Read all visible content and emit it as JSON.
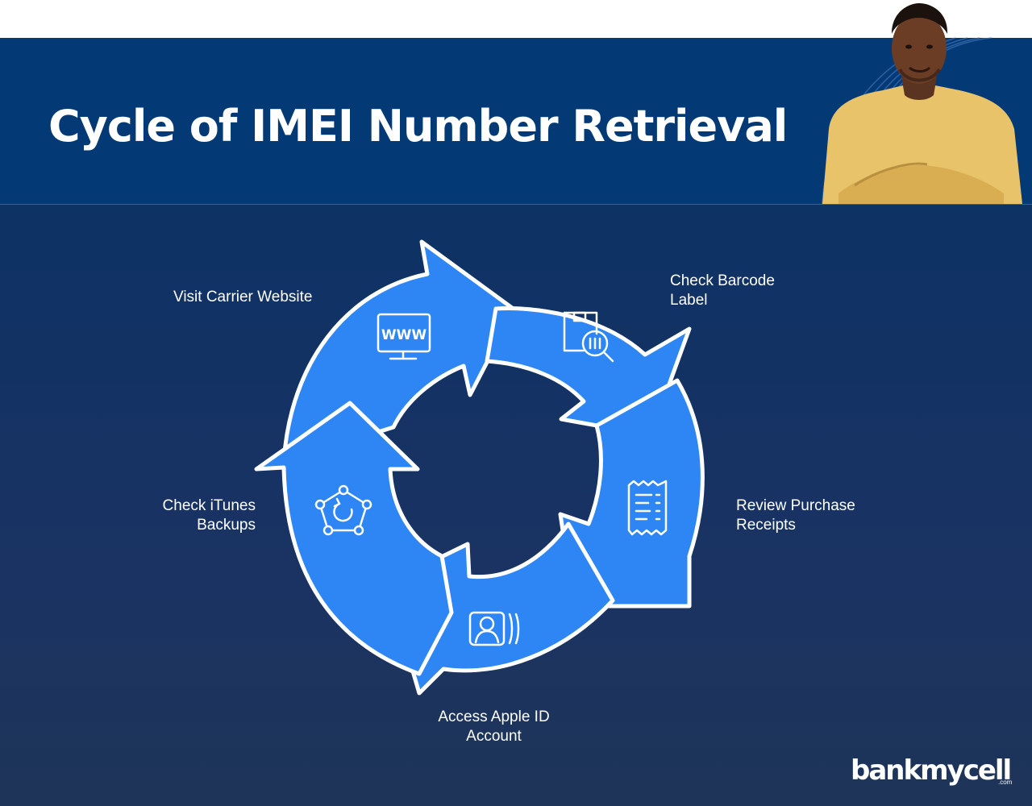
{
  "header": {
    "title": "Cycle of IMEI Number Retrieval"
  },
  "steps": [
    {
      "label": "Visit Carrier Website",
      "icon": "www-monitor-icon"
    },
    {
      "label": "Check Barcode\nLabel",
      "icon": "barcode-search-icon"
    },
    {
      "label": "Review Purchase\nReceipts",
      "icon": "receipt-icon"
    },
    {
      "label": "Access Apple ID\nAccount",
      "icon": "user-profile-icon"
    },
    {
      "label": "Check iTunes\nBackups",
      "icon": "backup-sync-icon"
    }
  ],
  "brand": {
    "name": "bankmycell",
    "suffix": ".com"
  },
  "colors": {
    "header_bg": "#033a76",
    "body_bg": "#1a3363",
    "arrow_fill": "#2e86f5",
    "arrow_stroke": "#ffffff"
  }
}
